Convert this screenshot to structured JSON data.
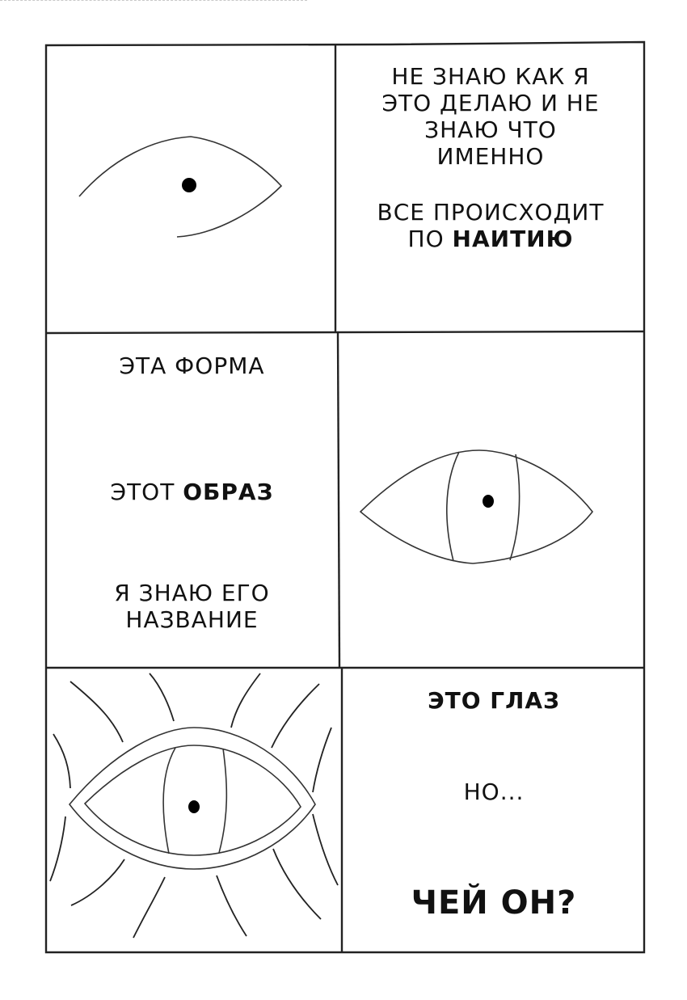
{
  "comic": {
    "panels": [
      {
        "id": 1,
        "type": "drawing",
        "subject": "partial-eye-outline"
      },
      {
        "id": 2,
        "type": "text",
        "lines": [
          "НЕ ЗНАЮ КАК Я",
          "ЭТО ДЕЛАЮ И НЕ",
          "ЗНАЮ ЧТО",
          "ИМЕННО"
        ],
        "line2_prefix": "ВСЕ ПРОИСХОДИТ",
        "line3_prefix": "ПО ",
        "line3_bold": "НАИТИЮ"
      },
      {
        "id": 3,
        "type": "text",
        "line1": "ЭТА ФОРМА",
        "line2_prefix": "ЭТОТ ",
        "line2_bold": "ОБРАЗ",
        "line3a": "Я ЗНАЮ ЕГО",
        "line3b": "НАЗВАНИЕ"
      },
      {
        "id": 4,
        "type": "drawing",
        "subject": "eye-with-iris"
      },
      {
        "id": 5,
        "type": "drawing",
        "subject": "radiant-eye"
      },
      {
        "id": 6,
        "type": "text",
        "line1": "ЭТО ГЛАЗ",
        "line2": "НО...",
        "line3": "ЧЕЙ ОН?"
      }
    ]
  },
  "colors": {
    "ink": "#111111",
    "paper": "#ffffff"
  }
}
